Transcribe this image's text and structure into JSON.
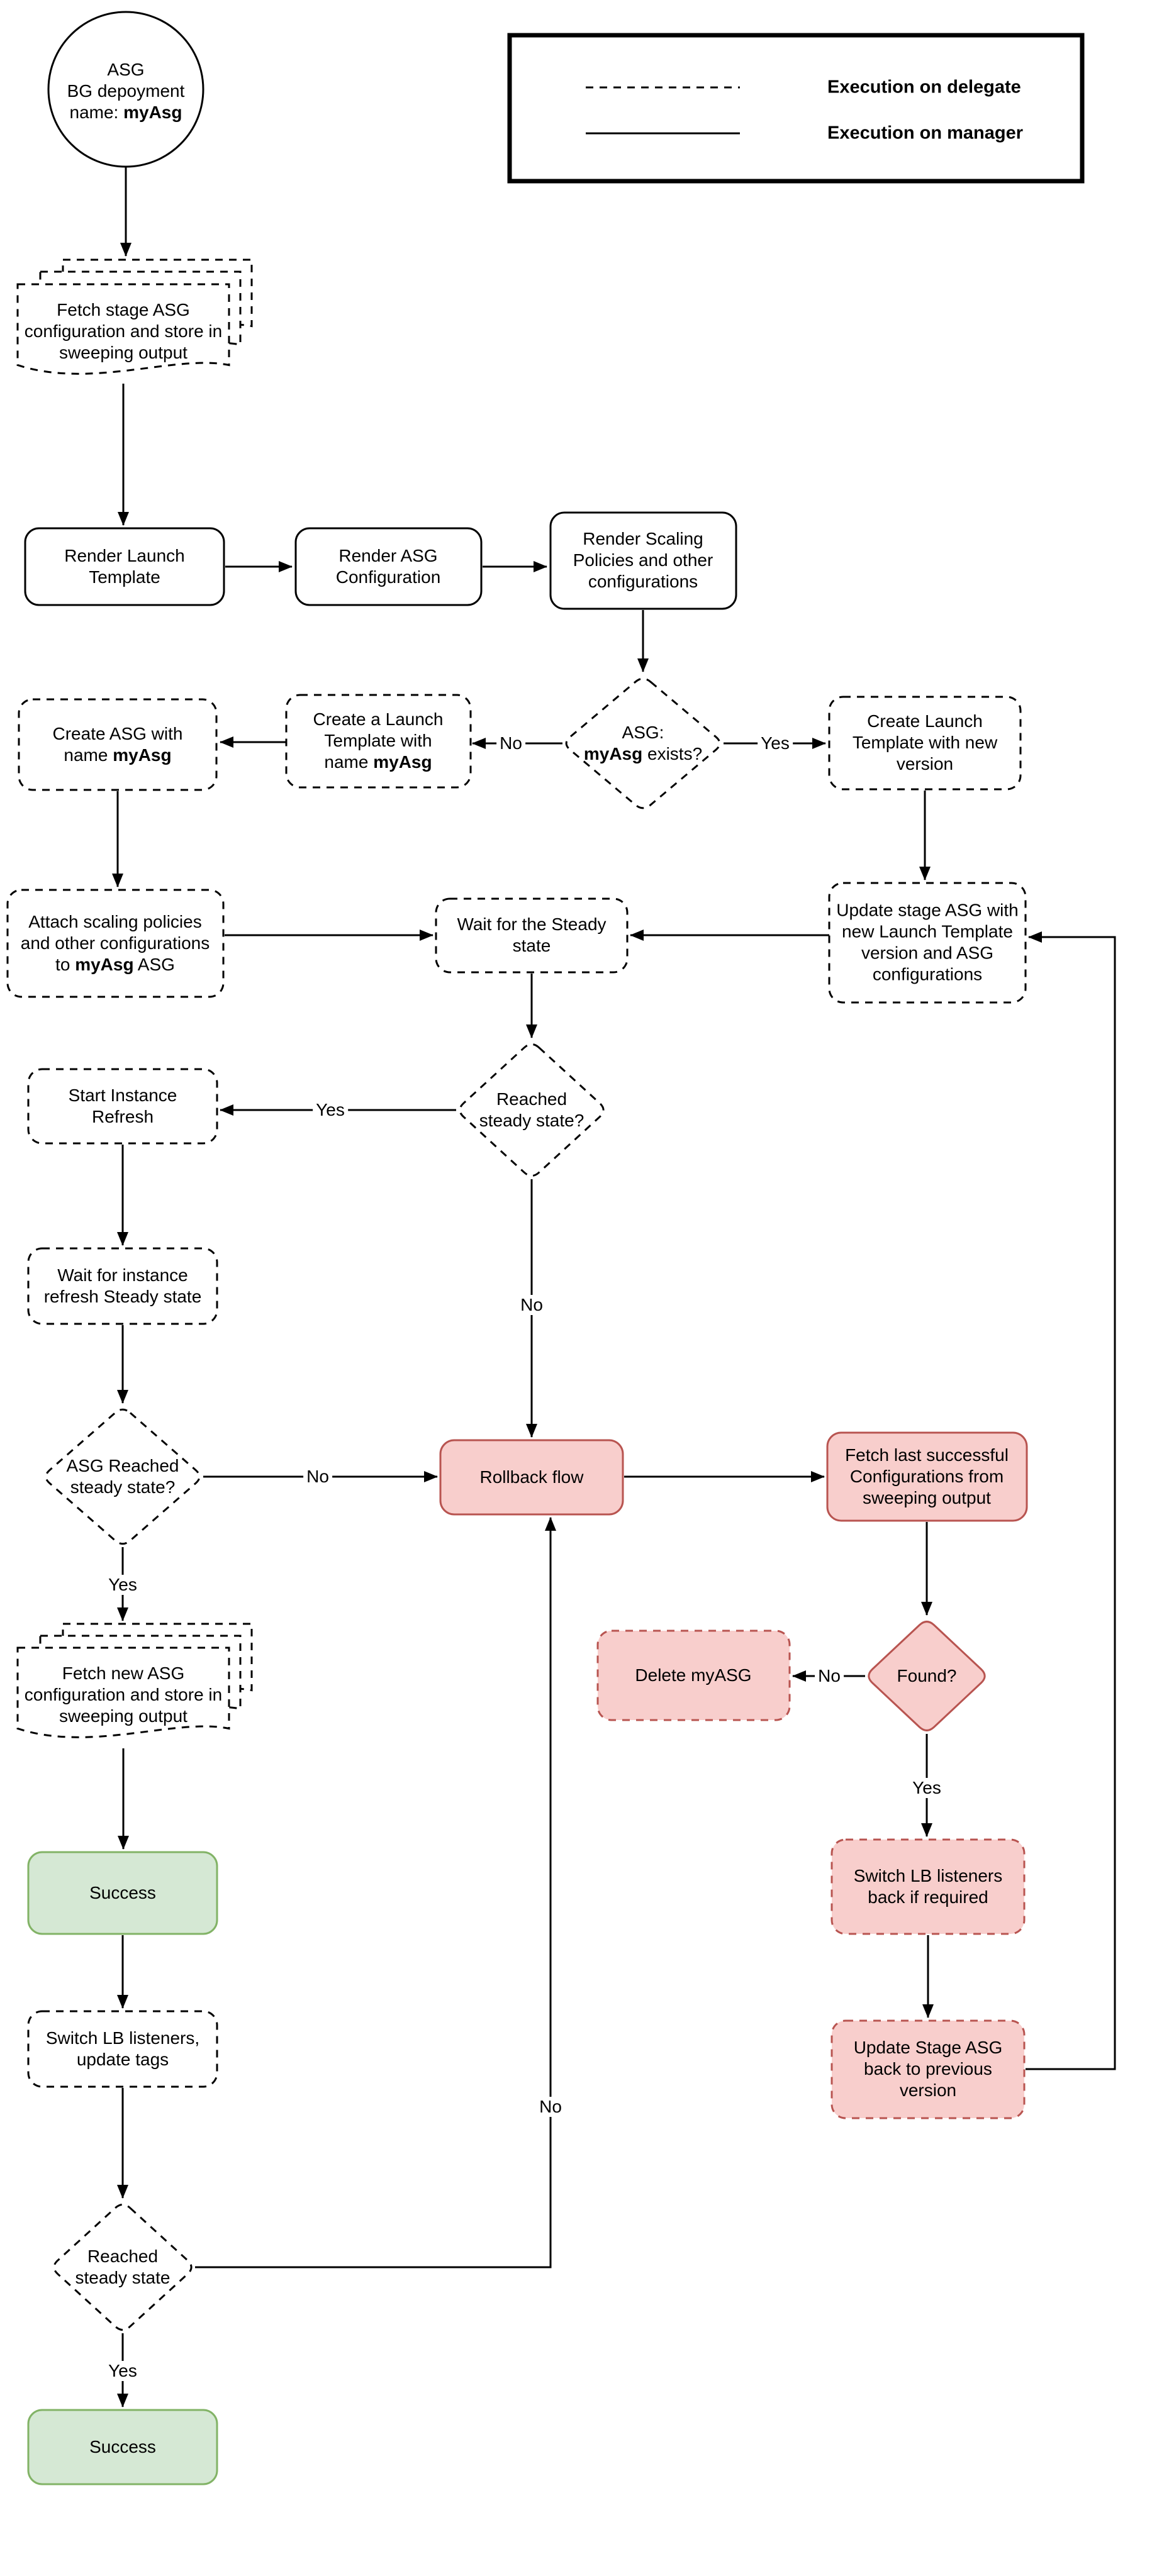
{
  "legend": {
    "delegate_label": "Execution on delegate",
    "manager_label": "Execution on manager"
  },
  "colors": {
    "rollback_fill": "#f8cecc",
    "rollback_stroke": "#b85450",
    "success_fill": "#d5e8d4",
    "success_stroke": "#82b366",
    "line": "#000000",
    "background": "#ffffff"
  },
  "nodes": {
    "start": {
      "line1": "ASG",
      "line2": "BG depoyment",
      "line3_pre": "name: ",
      "line3_bold": "myAsg"
    },
    "fetch_stage_asg": "Fetch stage ASG configuration and store in sweeping output",
    "render_launch_template": "Render Launch Template",
    "render_asg_configuration": "Render ASG Configuration",
    "render_scaling_policies": "Render Scaling Policies and other configurations",
    "asg_exists": {
      "line1": "ASG:",
      "line2_bold": "myAsg",
      "line2_post": " exists?"
    },
    "create_launch_template_myasg": {
      "line1": "Create a Launch",
      "line2": "Template with",
      "line3_pre": "name ",
      "line3_bold": "myAsg"
    },
    "create_asg_myasg": {
      "line1": "Create ASG with",
      "line2_pre": "name ",
      "line2_bold": "myAsg"
    },
    "create_launch_template_new_version": "Create Launch Template with new version",
    "attach_scaling": {
      "line1": "Attach scaling policies",
      "line2": "and other configurations",
      "line3_pre": "to ",
      "line3_bold": "myAsg",
      "line3_post": " ASG"
    },
    "update_stage_asg": "Update stage ASG with new Launch Template version and ASG configurations",
    "wait_steady_state": "Wait for the Steady state",
    "reached_steady_question": "Reached steady state?",
    "start_instance_refresh": "Start Instance Refresh",
    "wait_instance_refresh": "Wait for instance refresh Steady state",
    "asg_reached_steady_question": "ASG Reached steady state?",
    "rollback_flow": "Rollback flow",
    "fetch_last_successful": "Fetch last successful Configurations from sweeping output",
    "found_question": "Found?",
    "delete_myasg": "Delete myASG",
    "switch_lb_back": "Switch LB listeners back if required",
    "update_stage_back": "Update Stage ASG back to previous version",
    "fetch_new_asg": "Fetch new ASG configuration and store in sweeping output",
    "success_mid": "Success",
    "switch_lb_listeners": "Switch LB listeners, update tags",
    "reached_steady_final": "Reached steady state",
    "success_final": "Success"
  },
  "edge_labels": {
    "exists_no": "No",
    "exists_yes": "Yes",
    "steady_yes": "Yes",
    "steady_no": "No",
    "asg_reached_no": "No",
    "asg_reached_yes": "Yes",
    "found_no": "No",
    "found_yes": "Yes",
    "final_yes": "Yes",
    "final_no": "No"
  }
}
